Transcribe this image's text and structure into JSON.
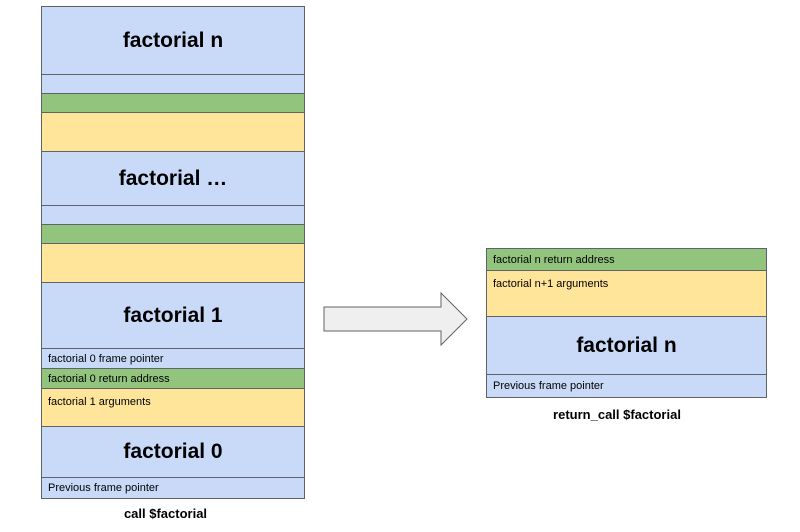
{
  "left_stack": {
    "factorial_n": "factorial n",
    "factorial_ellipsis": "factorial …",
    "factorial_1": "factorial 1",
    "f0_frame_pointer": "factorial 0 frame pointer",
    "f0_return_address": "factorial 0 return address",
    "f1_arguments": "factorial 1 arguments",
    "factorial_0": "factorial 0",
    "previous_frame_pointer": "Previous frame pointer",
    "caption": "call $factorial"
  },
  "right_stack": {
    "return_address": "factorial n return address",
    "arguments": "factorial n+1 arguments",
    "factorial_n": "factorial n",
    "previous_frame_pointer": "Previous frame pointer",
    "caption": "return_call $factorial"
  },
  "colors": {
    "frame": "#c9daf8",
    "return_address": "#93c47d",
    "arguments": "#ffe599",
    "border": "#5f6368"
  },
  "icons": {
    "arrow": "right-arrow-icon"
  }
}
